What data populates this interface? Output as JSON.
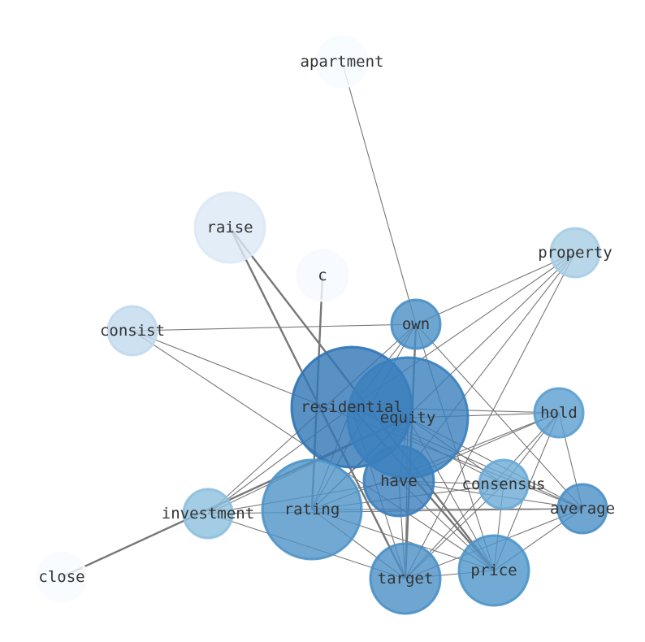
{
  "nodes": [
    {
      "id": "apartment",
      "label": "apartment",
      "color": "#f7fbff"
    },
    {
      "id": "raise",
      "label": "raise",
      "color": "#dce9f5"
    },
    {
      "id": "c",
      "label": "c",
      "color": "#f5f9fe"
    },
    {
      "id": "property",
      "label": "property",
      "color": "#a6cde4"
    },
    {
      "id": "consist",
      "label": "consist",
      "color": "#c2d9ed"
    },
    {
      "id": "own",
      "label": "own",
      "color": "#4a90c5"
    },
    {
      "id": "residential",
      "label": "residential",
      "color": "#2f75b5"
    },
    {
      "id": "equity",
      "label": "equity",
      "color": "#3a80bd"
    },
    {
      "id": "hold",
      "label": "hold",
      "color": "#5b9fd0"
    },
    {
      "id": "have",
      "label": "have",
      "color": "#3b80bd"
    },
    {
      "id": "consensus",
      "label": "consensus",
      "color": "#6aaad5"
    },
    {
      "id": "investment",
      "label": "investment",
      "color": "#8cc0de"
    },
    {
      "id": "rating",
      "label": "rating",
      "color": "#4e93c8"
    },
    {
      "id": "average",
      "label": "average",
      "color": "#4a90c5"
    },
    {
      "id": "close",
      "label": "close",
      "color": "#f7fbff"
    },
    {
      "id": "target",
      "label": "target",
      "color": "#4a90c5"
    },
    {
      "id": "price",
      "label": "price",
      "color": "#4e95ca"
    }
  ],
  "edges": [
    [
      "apartment",
      "own",
      1
    ],
    [
      "raise",
      "target",
      2
    ],
    [
      "raise",
      "price",
      2
    ],
    [
      "c",
      "rating",
      2
    ],
    [
      "close",
      "equity",
      2
    ],
    [
      "consist",
      "own",
      1
    ],
    [
      "consist",
      "price",
      1
    ],
    [
      "consist",
      "average",
      1
    ],
    [
      "property",
      "own",
      1
    ],
    [
      "property",
      "rating",
      1
    ],
    [
      "property",
      "target",
      1
    ],
    [
      "property",
      "have",
      1
    ],
    [
      "property",
      "residential",
      1
    ],
    [
      "own",
      "residential",
      1
    ],
    [
      "own",
      "investment",
      1
    ],
    [
      "own",
      "target",
      2
    ],
    [
      "own",
      "price",
      1
    ],
    [
      "own",
      "average",
      1
    ],
    [
      "own",
      "rating",
      1
    ],
    [
      "residential",
      "hold",
      1
    ],
    [
      "residential",
      "consensus",
      1
    ],
    [
      "residential",
      "average",
      1
    ],
    [
      "residential",
      "price",
      2
    ],
    [
      "residential",
      "target",
      1
    ],
    [
      "residential",
      "investment",
      1
    ],
    [
      "residential",
      "rating",
      1
    ],
    [
      "equity",
      "hold",
      1
    ],
    [
      "equity",
      "investment",
      1
    ],
    [
      "equity",
      "consensus",
      1
    ],
    [
      "equity",
      "average",
      1
    ],
    [
      "equity",
      "target",
      1
    ],
    [
      "equity",
      "price",
      1
    ],
    [
      "equity",
      "rating",
      1
    ],
    [
      "equity",
      "have",
      1
    ],
    [
      "hold",
      "have",
      1
    ],
    [
      "hold",
      "rating",
      1
    ],
    [
      "hold",
      "target",
      1
    ],
    [
      "hold",
      "price",
      1
    ],
    [
      "hold",
      "average",
      1
    ],
    [
      "hold",
      "consensus",
      1
    ],
    [
      "have",
      "consensus",
      1
    ],
    [
      "have",
      "average",
      1
    ],
    [
      "have",
      "investment",
      1
    ],
    [
      "have",
      "price",
      1
    ],
    [
      "have",
      "target",
      1
    ],
    [
      "consensus",
      "target",
      1
    ],
    [
      "consensus",
      "price",
      1
    ],
    [
      "consensus",
      "rating",
      1
    ],
    [
      "investment",
      "target",
      1
    ],
    [
      "investment",
      "average",
      1
    ],
    [
      "rating",
      "target",
      1
    ],
    [
      "rating",
      "price",
      1
    ],
    [
      "rating",
      "average",
      1
    ],
    [
      "average",
      "price",
      1
    ],
    [
      "average",
      "target",
      1
    ],
    [
      "target",
      "price",
      1
    ]
  ]
}
